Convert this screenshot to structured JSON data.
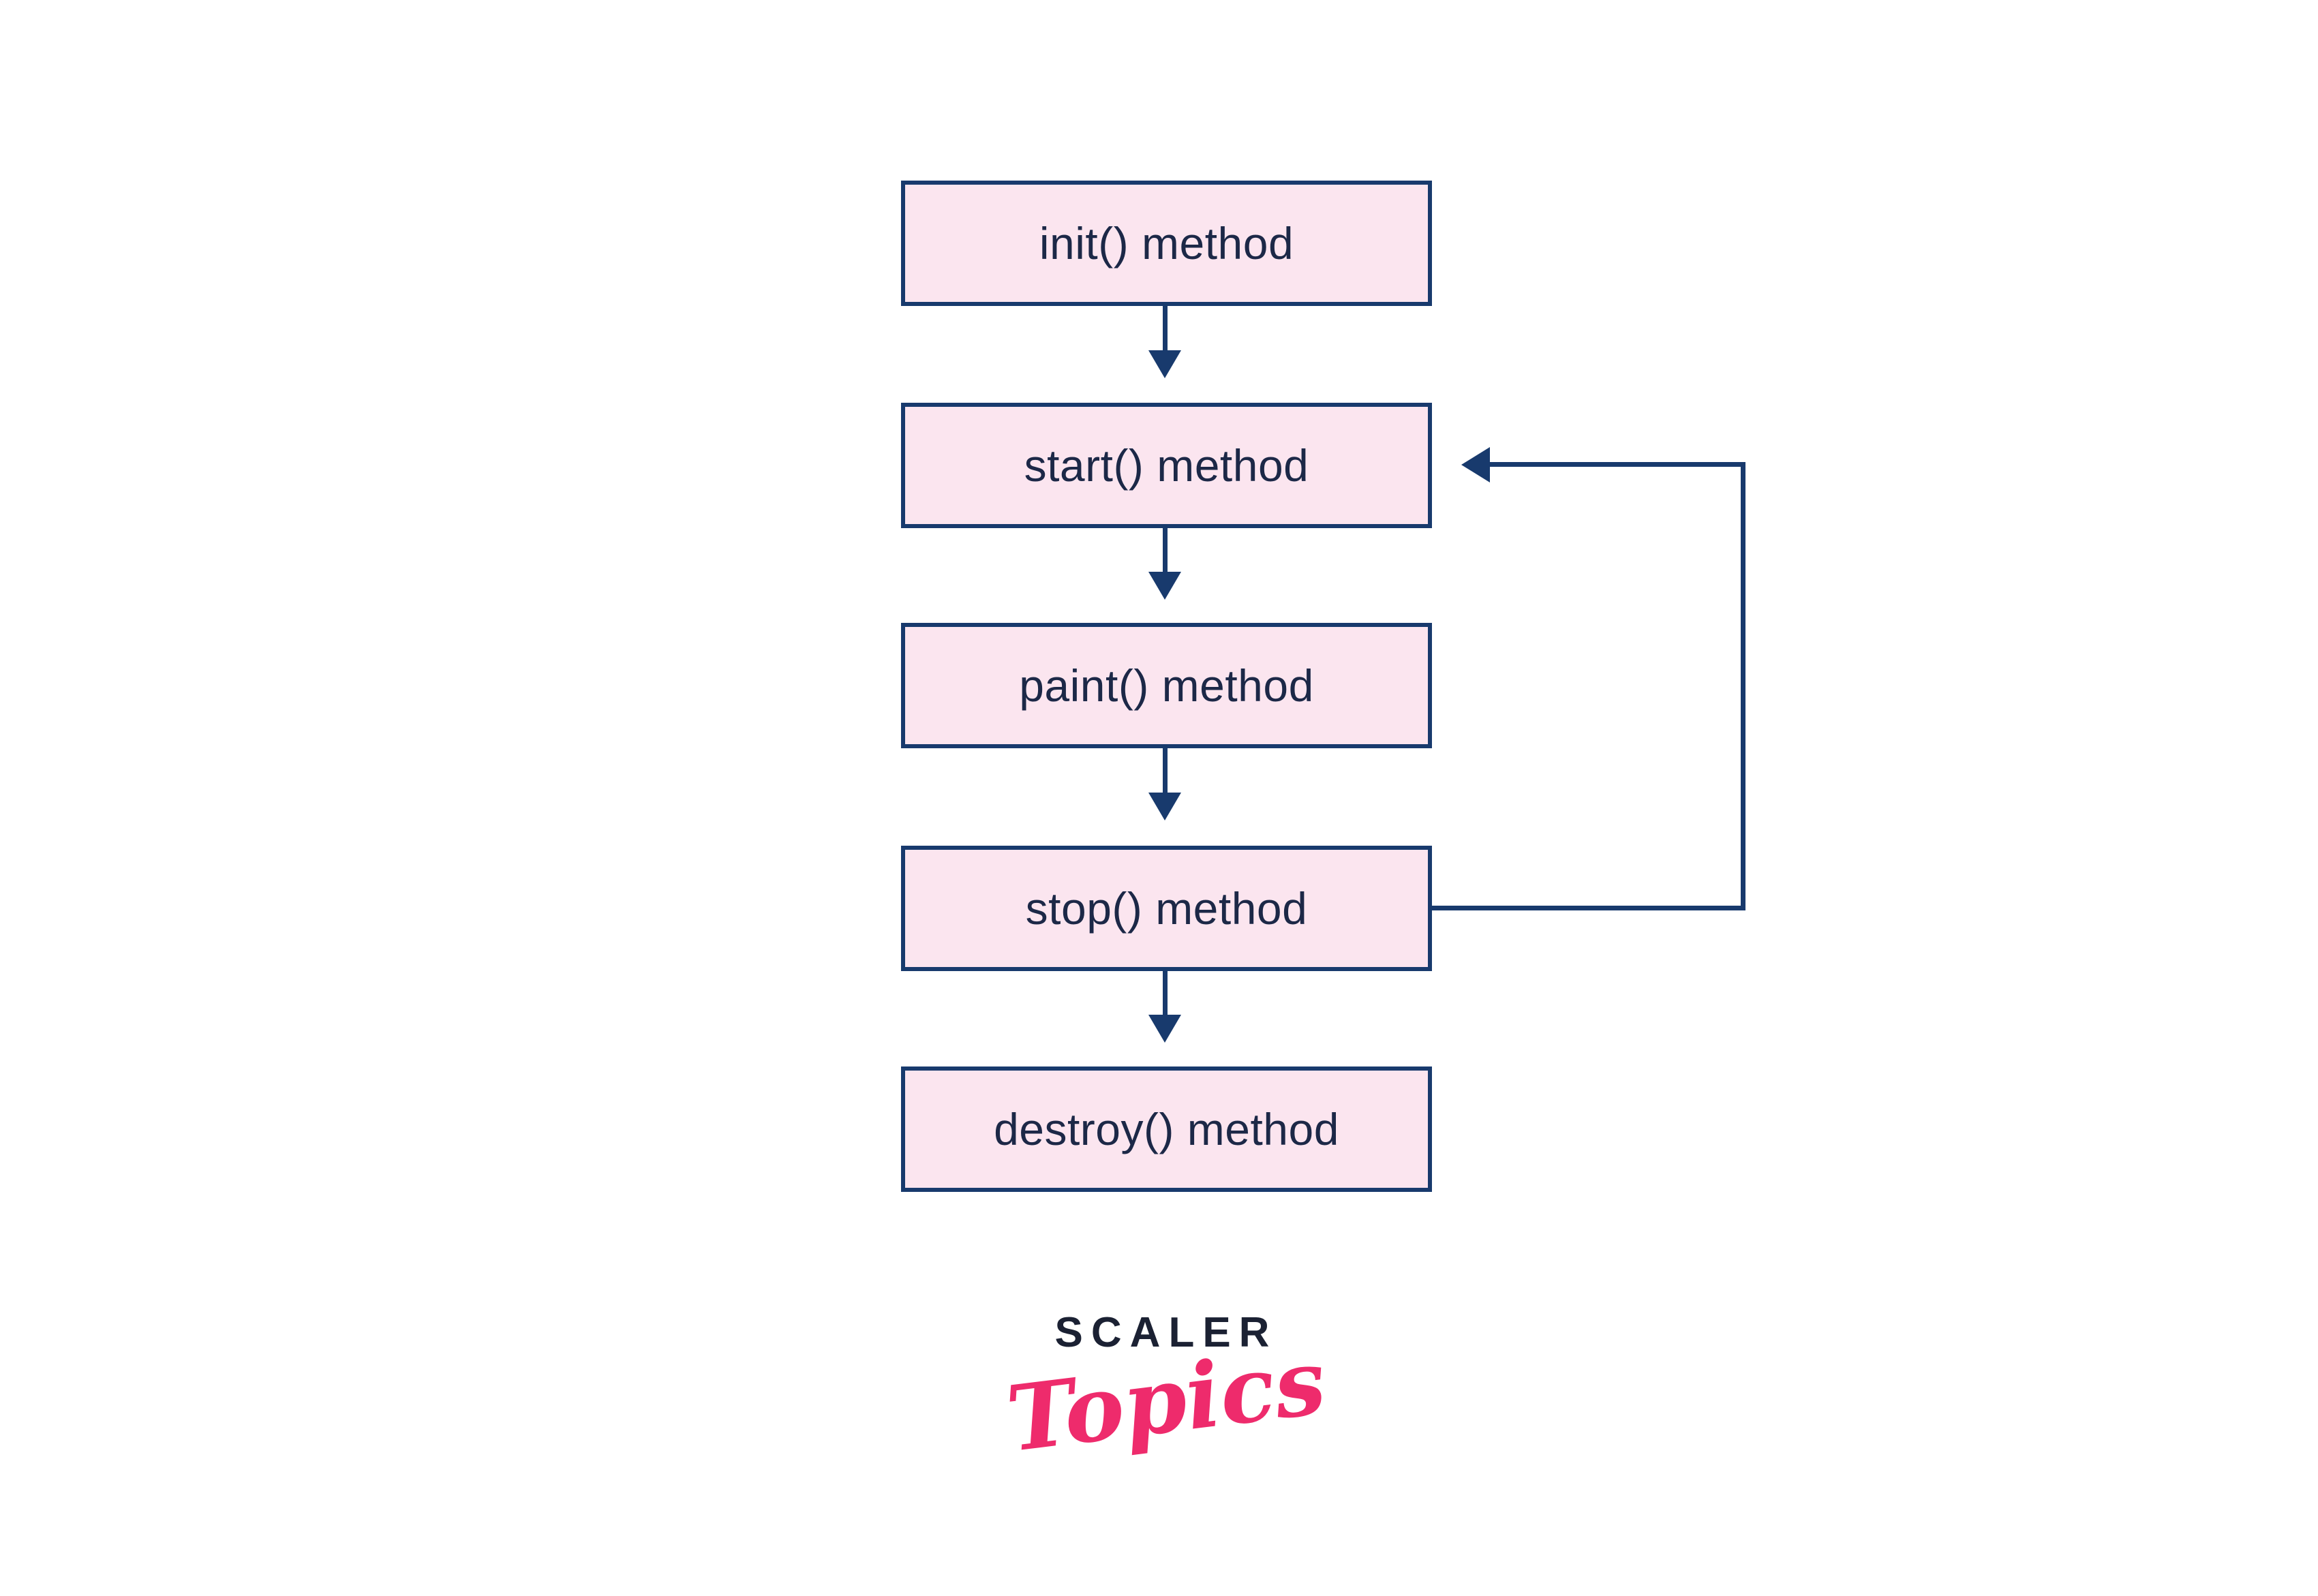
{
  "nodes": [
    {
      "id": "init",
      "label": "init() method"
    },
    {
      "id": "start",
      "label": "start() method"
    },
    {
      "id": "paint",
      "label": "paint() method"
    },
    {
      "id": "stop",
      "label": "stop() method"
    },
    {
      "id": "destroy",
      "label": "destroy() method"
    }
  ],
  "edges": [
    {
      "from": "init",
      "to": "start",
      "type": "arrow-down"
    },
    {
      "from": "start",
      "to": "paint",
      "type": "arrow-down"
    },
    {
      "from": "paint",
      "to": "stop",
      "type": "arrow-down"
    },
    {
      "from": "stop",
      "to": "destroy",
      "type": "arrow-down"
    },
    {
      "from": "stop",
      "to": "start",
      "type": "loop-right-arrow-left"
    }
  ],
  "logo": {
    "brand": "SCALER",
    "product": "Topics"
  },
  "colors": {
    "background": "#ffffff",
    "node_fill": "#fbe5ef",
    "line": "#183a6d",
    "node_text": "#1c2847",
    "brand_text": "#1b2133",
    "product_text": "#ee2b6c"
  }
}
